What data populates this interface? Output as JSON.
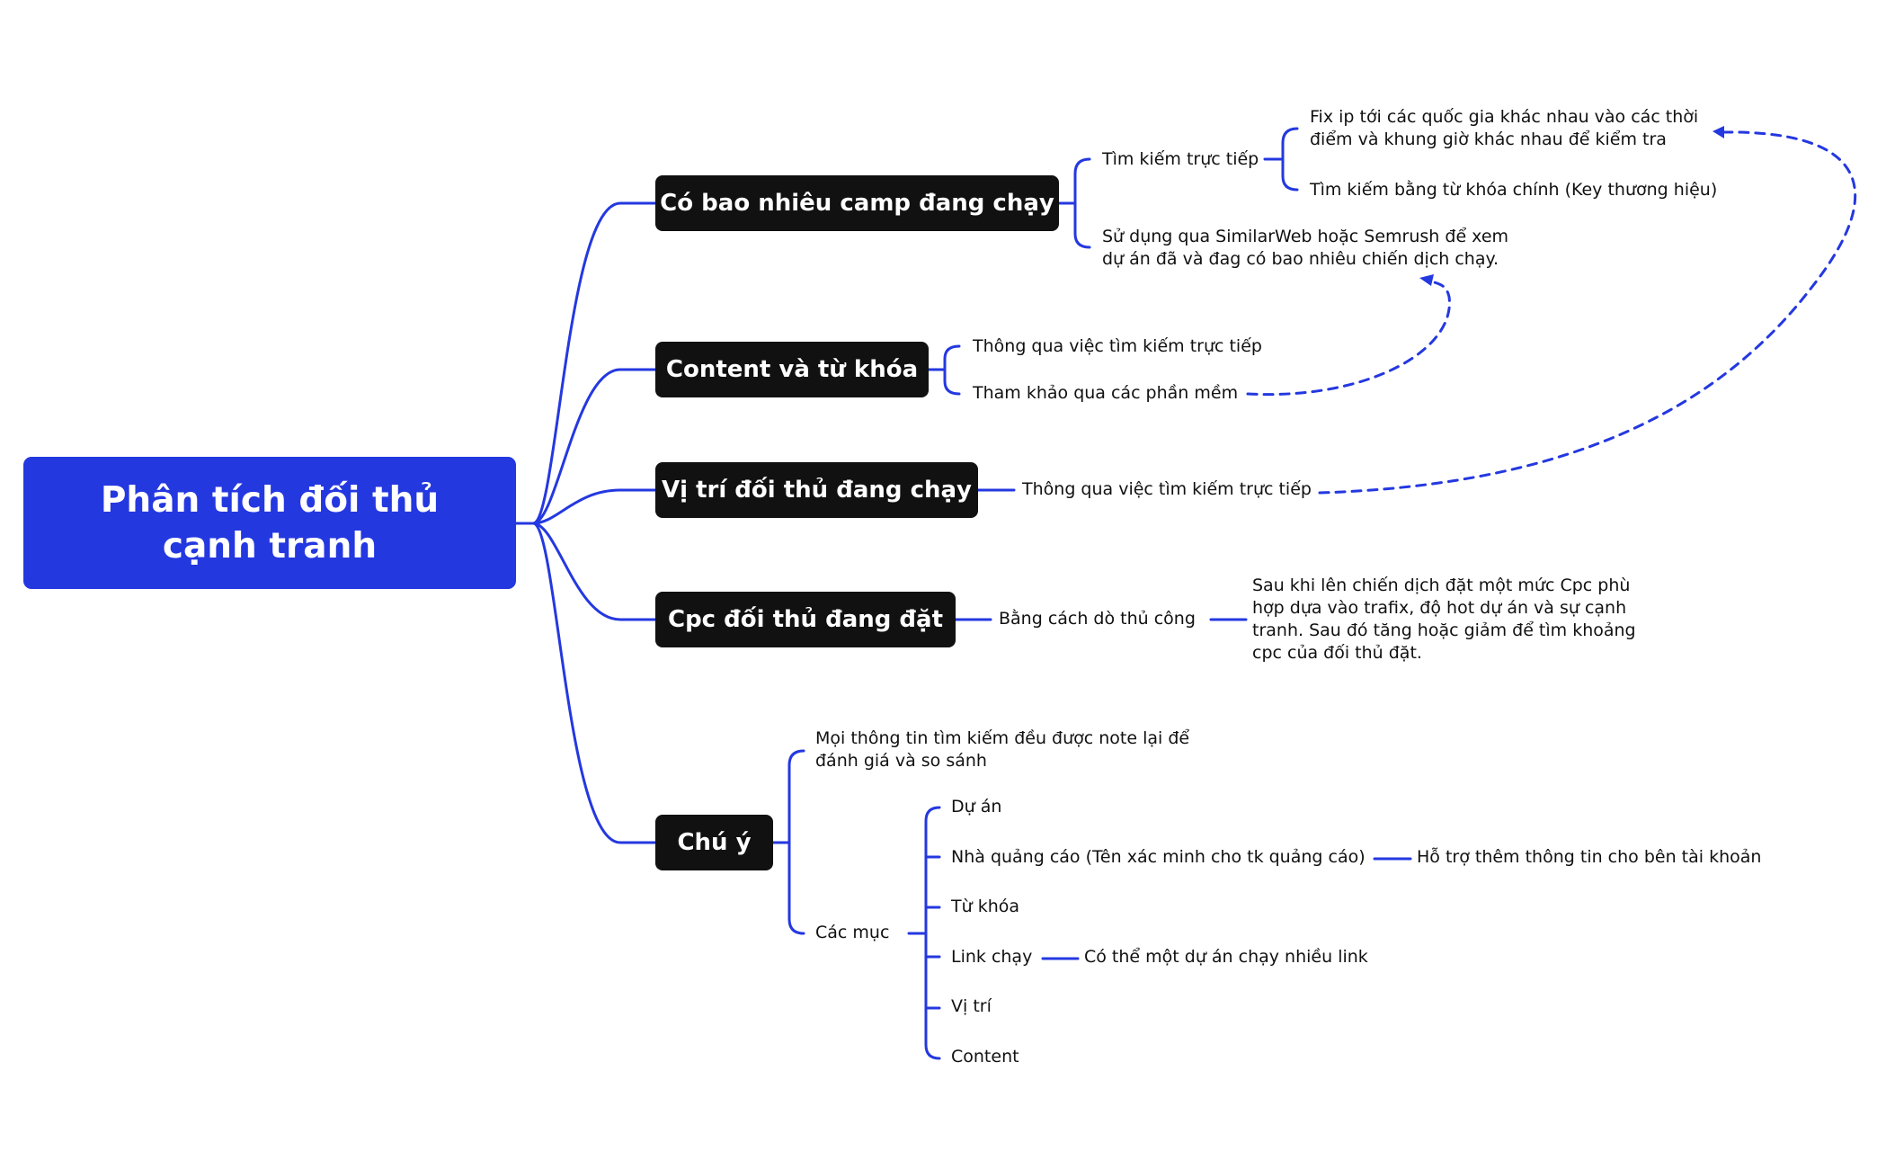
{
  "colors": {
    "root_fill": "#2438e0",
    "branch_fill": "#111111",
    "line": "#2438e0",
    "text": "#111111"
  },
  "root": {
    "title": "Phân tích đối thủ cạnh tranh"
  },
  "branches": [
    {
      "label": "Có bao nhiêu camp đang chạy",
      "children": [
        {
          "label": "Tìm kiếm trực tiếp",
          "children": [
            {
              "label": "Fix ip tới các quốc gia khác nhau vào các thời điểm và khung giờ khác nhau để kiểm tra"
            },
            {
              "label": "Tìm kiếm bằng từ khóa chính (Key thương hiệu)"
            }
          ]
        },
        {
          "label": "Sử dụng qua SimilarWeb hoặc Semrush để xem dự án đã và đag có bao nhiêu chiến dịch chạy."
        }
      ]
    },
    {
      "label": "Content và từ khóa",
      "children": [
        {
          "label": "Thông qua việc tìm kiếm trực tiếp"
        },
        {
          "label": "Tham khảo qua các phần mềm"
        }
      ]
    },
    {
      "label": "Vị trí đối thủ đang chạy",
      "children": [
        {
          "label": "Thông qua việc tìm kiếm trực tiếp"
        }
      ]
    },
    {
      "label": "Cpc đối thủ đang đặt",
      "children": [
        {
          "label": "Bằng cách dò thủ công",
          "children": [
            {
              "label": "Sau khi lên chiến dịch đặt một mức Cpc phù hợp dựa vào trafix, độ hot dự án và sự cạnh tranh. Sau đó tăng hoặc giảm để tìm khoảng cpc của đối thủ đặt."
            }
          ]
        }
      ]
    },
    {
      "label": "Chú ý",
      "children": [
        {
          "label": "Mọi thông tin tìm kiếm đều được note lại để đánh giá và so sánh"
        },
        {
          "label": "Các mục",
          "children": [
            {
              "label": "Dự án"
            },
            {
              "label": "Nhà quảng cáo (Tên xác minh cho tk quảng cáo)",
              "children": [
                {
                  "label": "Hỗ trợ thêm thông tin cho bên tài khoản"
                }
              ]
            },
            {
              "label": "Từ khóa"
            },
            {
              "label": "Link chạy",
              "children": [
                {
                  "label": "Có thể một dự án chạy nhiều link"
                }
              ]
            },
            {
              "label": "Vị trí"
            },
            {
              "label": "Content"
            }
          ]
        }
      ]
    }
  ]
}
